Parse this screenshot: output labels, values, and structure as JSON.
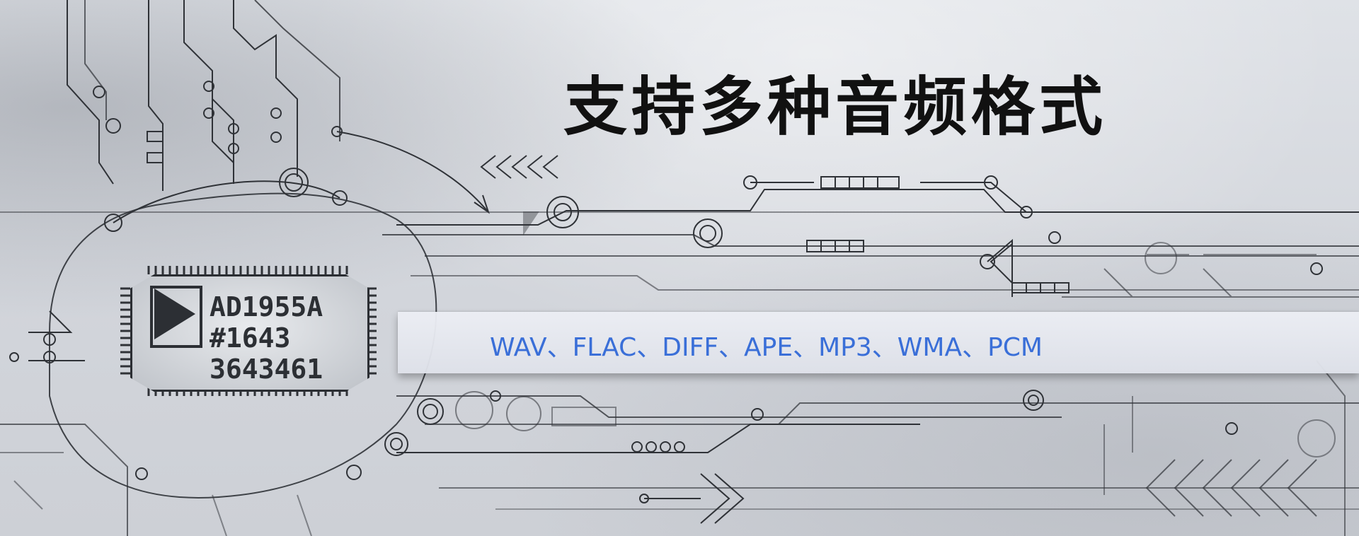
{
  "banner": {
    "title": "支持多种音频格式",
    "formats": "WAV、FLAC、DIFF、APE、MP3、WMA、PCM"
  },
  "chip": {
    "line1": "AD1955A",
    "line2": "#1643",
    "line3": "3643461"
  },
  "colors": {
    "title": "#111111",
    "formats": "#3a6fd8",
    "background": "#d7dae0",
    "band": "#e6e8ee",
    "trace": "#2f3237"
  }
}
